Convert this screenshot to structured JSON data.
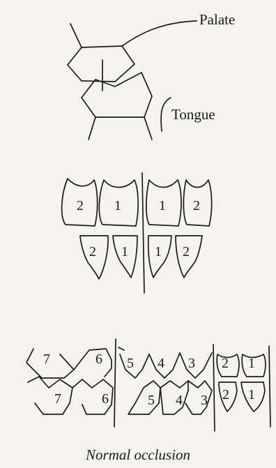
{
  "colors": {
    "background": "#f4f3ef",
    "ink": "#1b1b1b"
  },
  "labels": {
    "palate": "Palate",
    "tongue": "Tongue"
  },
  "incisors": {
    "upper": [
      "2",
      "1",
      "1",
      "2"
    ],
    "lower": [
      "2",
      "1",
      "1",
      "2"
    ]
  },
  "side_teeth": {
    "upper": [
      "7",
      "6",
      "5",
      "4",
      "3",
      "2",
      "1"
    ],
    "lower": [
      "7",
      "6",
      "5",
      "4",
      "3",
      "2",
      "1"
    ]
  },
  "caption": "Normal occlusion"
}
